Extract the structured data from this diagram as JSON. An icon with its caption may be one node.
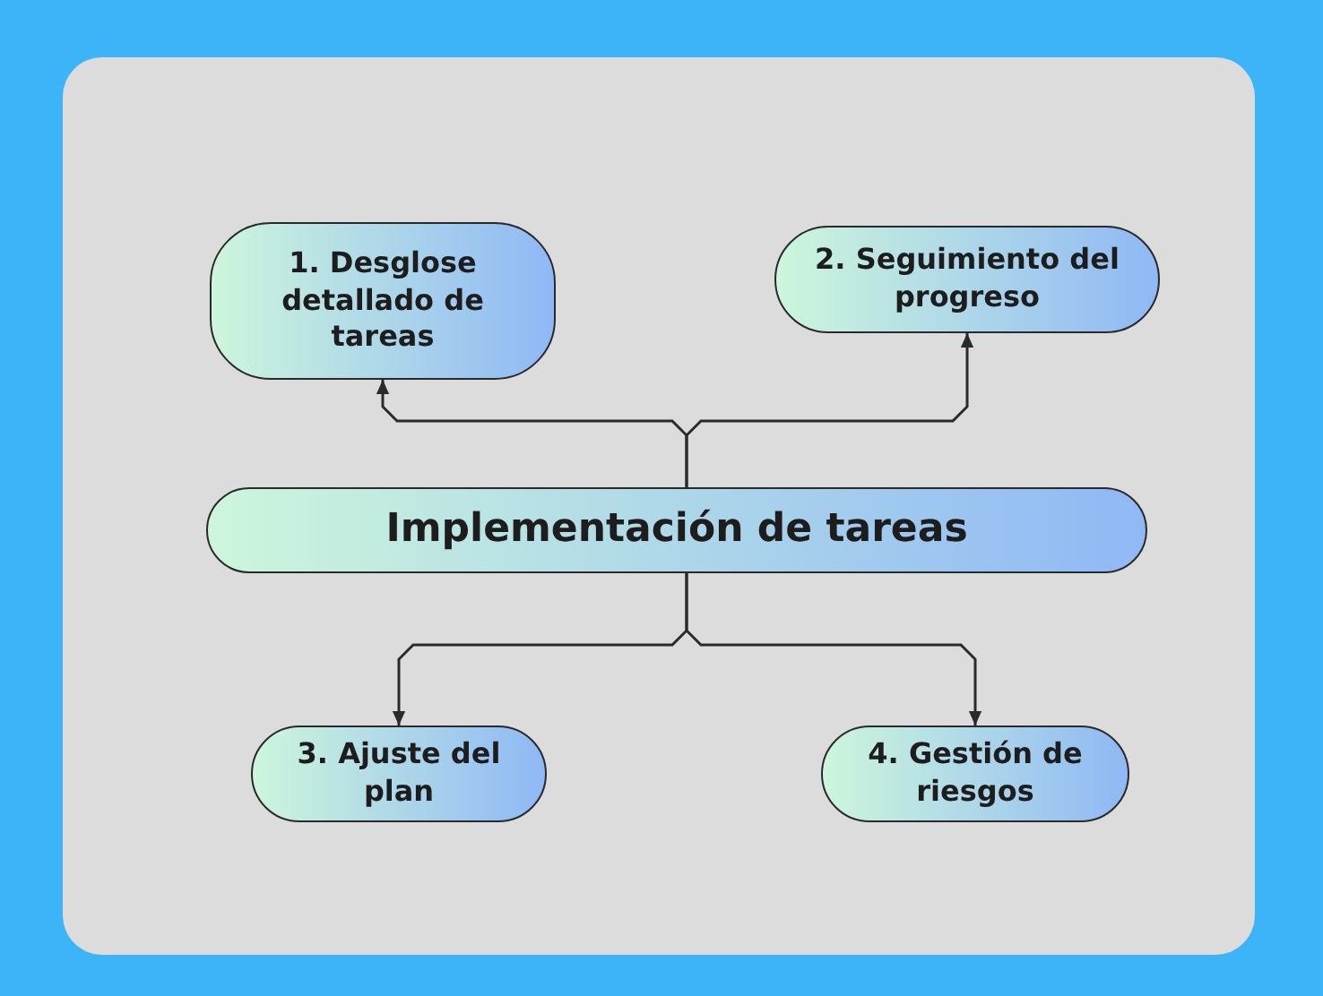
{
  "diagram": {
    "nodes": [
      {
        "text": [
          "Implementación de tareas"
        ]
      },
      {
        "text": [
          "1. Desglose detallado de tareas"
        ]
      },
      {
        "text": [
          "2. Seguimiento del progreso"
        ]
      },
      {
        "text": [
          "3. Ajuste del plan"
        ]
      },
      {
        "text": [
          "4. Gestión de riesgos"
        ]
      }
    ],
    "edges": [
      {
        "from": 0,
        "to": 1,
        "arrow": "to"
      },
      {
        "from": 0,
        "to": 2,
        "arrow": "to"
      },
      {
        "from": 0,
        "to": 3,
        "arrow": "to"
      },
      {
        "from": 0,
        "to": 4,
        "arrow": "to"
      }
    ]
  }
}
